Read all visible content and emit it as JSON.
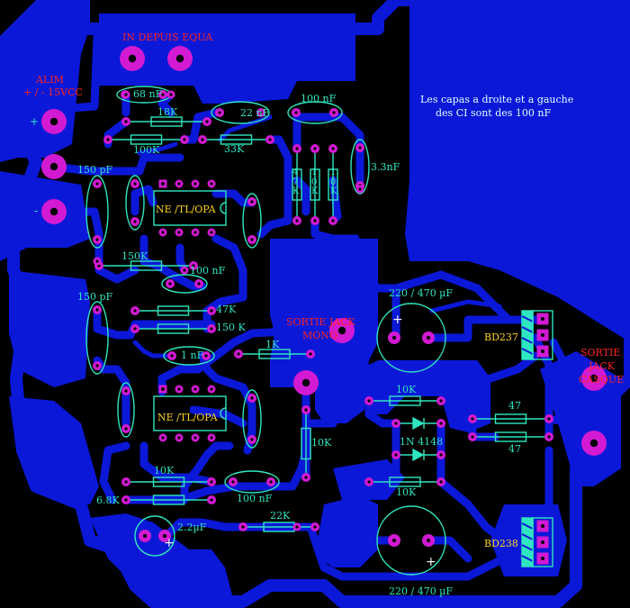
{
  "title_input": "IN DEPUIS EQUA",
  "alim": {
    "line1": "ALIM",
    "line2": "+ / - 15VCC",
    "plus": "+",
    "minus": "-"
  },
  "note": {
    "line1": "Les capas a droite et a gauche",
    "line2": "des CI sont des 100 nF"
  },
  "ic_top": "NE /TL/OPA",
  "ic_bottom": "NE /TL/OPA",
  "outputs": {
    "mono1": "SORTIE JACK",
    "mono2": "MONO",
    "casque1": "SORTIE",
    "casque2": "JACK",
    "casque3": "CASQUE"
  },
  "transistors": {
    "top": "BD237",
    "bottom": "BD238"
  },
  "components": {
    "c68n": "68 nF",
    "r18k": "18K",
    "c22n": "22 nF",
    "c100n_top": "100 nF",
    "r100k": "100K",
    "r33k": "33K",
    "r47k_v": "4\n7\nK",
    "r10k_v1": "1\n0\nK",
    "r10k_v2": "1\n0\nK",
    "c3_3n": "3.3nF",
    "c150p_a": "150 pF",
    "r150k_a": "150K",
    "c100n_mid": "100 nF",
    "c150p_b": "150 pF",
    "r47k": "47K",
    "r150k_b": "150 K",
    "c1n": "1 nF",
    "r1k": "1K",
    "c220_top": "220 / 470 µF",
    "r10k_mid": "10K",
    "r47_a": "47",
    "r47_b": "47",
    "diodes": "1N 4148",
    "r10k_v3": "10K",
    "r10k_low": "10K",
    "r10k_left": "10K",
    "r6_8k": "6.8K",
    "c100n_low": "100 nF",
    "c2_2u": "2.2µF",
    "r22k": "22K",
    "c220_bot": "220 / 470 µF",
    "cap_plus": "+"
  },
  "colors": {
    "background": "#000000",
    "copper": "#0b18d8",
    "pad": "#d21ad2",
    "outline": "#2fe6c0",
    "label_red": "#ff2222",
    "label_yellow": "#ffd21e"
  }
}
